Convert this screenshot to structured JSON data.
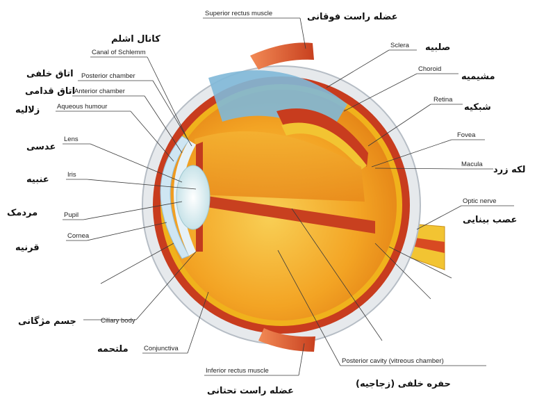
{
  "labels": {
    "superior_rectus_en": "Superior rectus muscle",
    "superior_rectus_fa": "عضله راست فوقانی",
    "canal_fa": "کانال اشلم",
    "canal_en": "Canal of Schlemm",
    "posterior_chamber_fa": "اتاق خلفی",
    "posterior_chamber_en": "Posterior chamber",
    "anterior_chamber_fa": "اتاق قدامی",
    "anterior_chamber_en": "Anterior chamber",
    "aqueous_fa": "زلالیه",
    "aqueous_en": "Aqueous humour",
    "lens_fa": "عدسی",
    "lens_en": "Lens",
    "iris_fa": "عنبیه",
    "iris_en": "Iris",
    "pupil_fa": "مردمک",
    "pupil_en": "Pupil",
    "cornea_fa": "قرنیه",
    "cornea_en": "Cornea",
    "ciliary_fa": "جسم مژگانی",
    "ciliary_en": "Ciliary body",
    "conjunctiva_fa": "ملتحمه",
    "conjunctiva_en": "Conjunctiva",
    "inferior_rectus_en": "Inferior rectus muscle",
    "inferior_rectus_fa": "عضله راست تحتانی",
    "sclera_en": "Sclera",
    "sclera_fa": "صلبیه",
    "choroid_en": "Choroid",
    "choroid_fa": "مشیمیه",
    "retina_en": "Retina",
    "retina_fa": "شبکیه",
    "fovea_en": "Fovea",
    "macula_en": "Macula",
    "macula_fa": "لکه زرد",
    "optic_nerve_en": "Optic nerve",
    "optic_nerve_fa": "عصب بینایی",
    "posterior_cavity_en": "Posterior cavity (vitreous chamber)",
    "posterior_cavity_fa": "حفره خلفی (زجاجیه)"
  },
  "colors": {
    "sclera": "#e9ecef",
    "sclera_edge": "#b9c0c8",
    "choroid": "#c43a1c",
    "retina": "#f2b61a",
    "vitreous": "#f19a20",
    "vitreous_light": "#f7c34a",
    "muscle": "#d8512a",
    "cornea": "#cfe6f3",
    "lens": "#e4f2f4",
    "inner_blue": "#7fb8d8"
  }
}
